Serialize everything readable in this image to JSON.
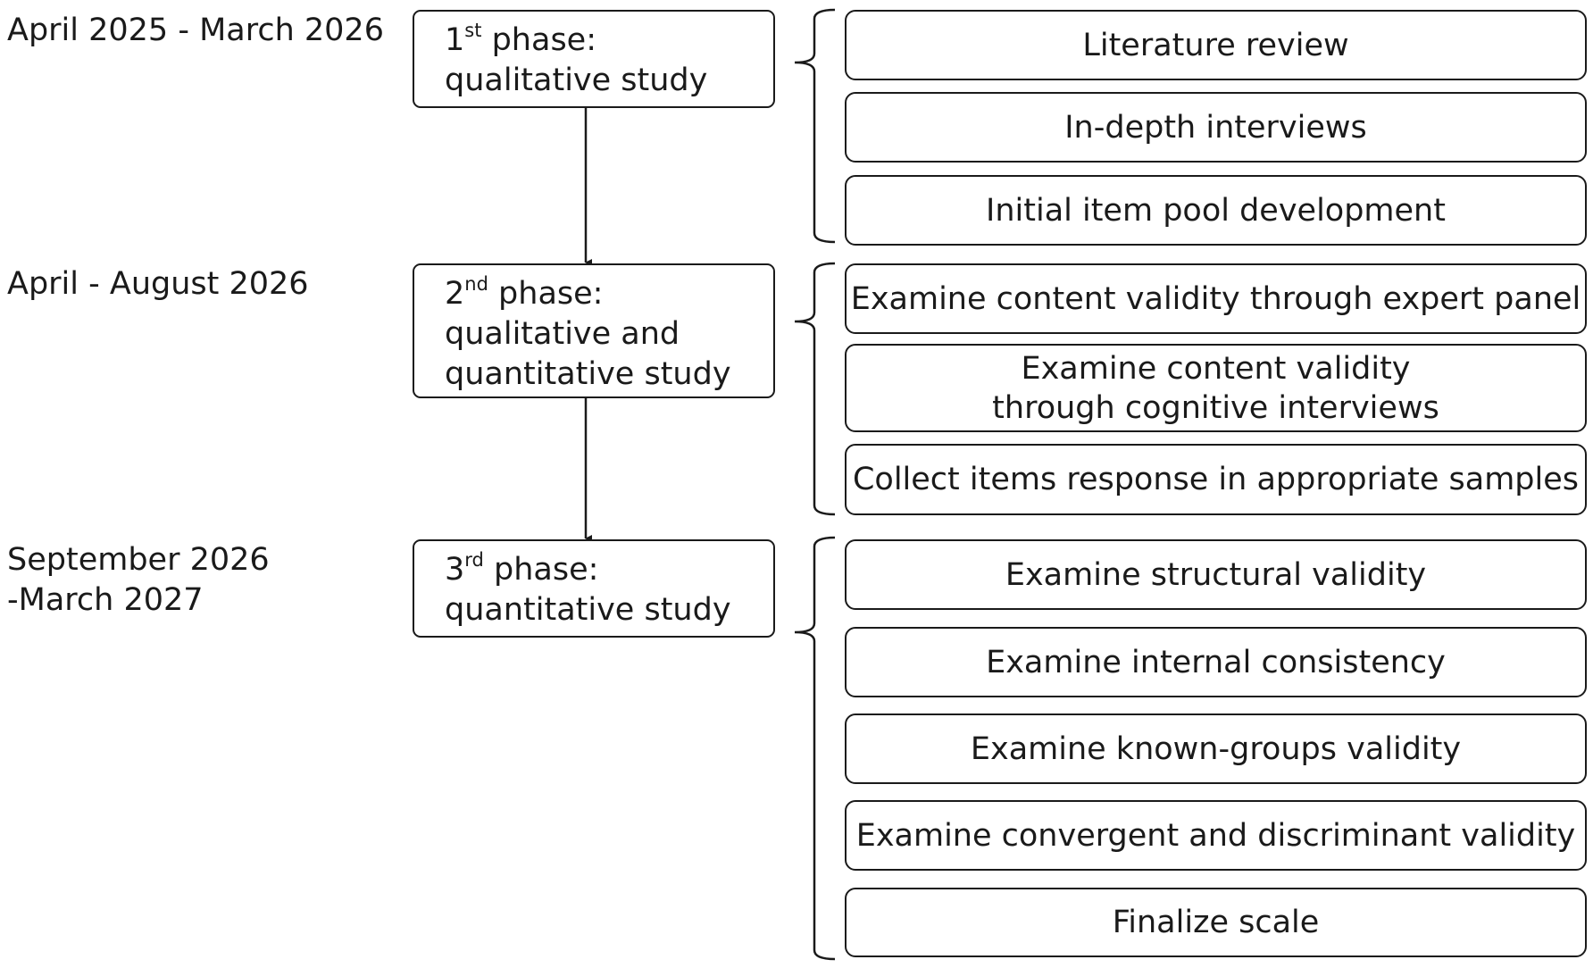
{
  "phases": [
    {
      "date_lines": [
        "April 2025 - March 2026"
      ],
      "number": "1",
      "suffix": "st",
      "title_after": " phase:",
      "desc_lines": [
        "qualitative study"
      ],
      "tasks": [
        [
          "Literature review"
        ],
        [
          "In-depth interviews"
        ],
        [
          "Initial item pool development"
        ]
      ]
    },
    {
      "date_lines": [
        "April - August 2026"
      ],
      "number": "2",
      "suffix": "nd",
      "title_after": " phase:",
      "desc_lines": [
        "qualitative and",
        "quantitative study"
      ],
      "tasks": [
        [
          "Examine content validity through expert panel"
        ],
        [
          "Examine content validity",
          "through cognitive interviews"
        ],
        [
          "Collect items response in appropriate samples"
        ]
      ]
    },
    {
      "date_lines": [
        "September 2026",
        "-March 2027"
      ],
      "number": "3",
      "suffix": "rd",
      "title_after": " phase:",
      "desc_lines": [
        "quantitative study"
      ],
      "tasks": [
        [
          "Examine structural validity"
        ],
        [
          "Examine internal consistency"
        ],
        [
          "Examine known-groups validity"
        ],
        [
          "Examine convergent and discriminant validity"
        ],
        [
          "Finalize scale"
        ]
      ]
    }
  ],
  "colors": {
    "line": "#1a1a1a",
    "text": "#1a1a1a",
    "background": "#ffffff"
  }
}
